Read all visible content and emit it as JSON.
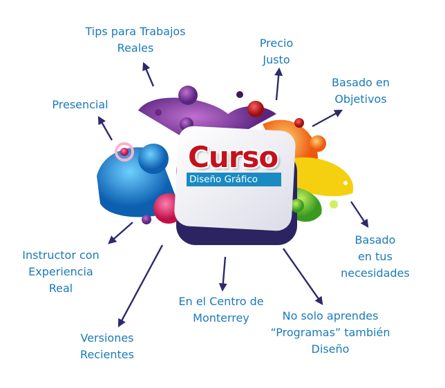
{
  "center": {
    "title": "Curso",
    "subtitle": "Diseño Gráfico"
  },
  "labels": {
    "tips": [
      "Tips para Trabajos",
      "Reales"
    ],
    "precio": [
      "Precio",
      "Justo"
    ],
    "objetivos": [
      "Basado en",
      "Objetivos"
    ],
    "presencial": [
      "Presencial"
    ],
    "instructor": [
      "Instructor con",
      "Experiencia",
      "Real"
    ],
    "necesidades": [
      "Basado",
      "en tus",
      "necesidades"
    ],
    "centro": [
      "En el Centro de",
      "Monterrey"
    ],
    "versiones": [
      "Versiones",
      "Recientes"
    ],
    "nosolo": [
      "No solo aprendes",
      "“Programas” también",
      "Diseño"
    ]
  },
  "colors": {
    "label": "#1a7ab8",
    "arrow": "#2c2a6c",
    "title": "#c4121c",
    "subtitle_bg": "#1a8ac2"
  }
}
